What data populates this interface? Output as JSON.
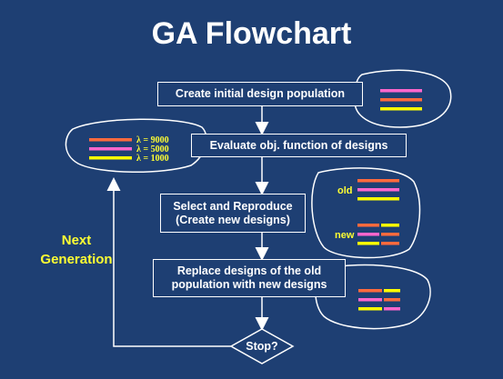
{
  "title": "GA Flowchart",
  "steps": {
    "create": "Create initial design population",
    "evaluate": "Evaluate obj. function of designs",
    "select_line1": "Select and Reproduce",
    "select_line2": "(Create new designs)",
    "replace_line1": "Replace designs of the old",
    "replace_line2": "population with new designs",
    "stop": "Stop?"
  },
  "loop_label_line1": "Next",
  "loop_label_line2": "Generation",
  "fitness_values": [
    "λ = 9000",
    "λ = 5000",
    "λ = 1000"
  ],
  "old_label": "old",
  "new_label": "new",
  "colors": {
    "background": "#1e3f73",
    "orange": "#ff6a3d",
    "magenta": "#ff66cc",
    "yellow": "#ffff00",
    "text_highlight": "#ffff33"
  }
}
